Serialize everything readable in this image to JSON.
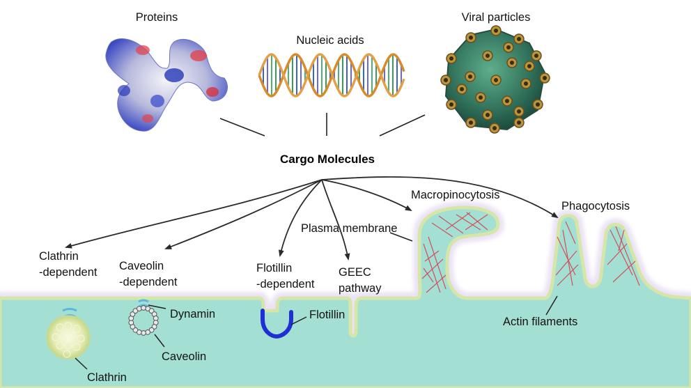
{
  "cargo": {
    "proteins_label": "Proteins",
    "nucleic_acids_label": "Nucleic acids",
    "viral_particles_label": "Viral particles",
    "title": "Cargo Molecules"
  },
  "pathways": {
    "clathrin": [
      "Clathrin",
      "-dependent"
    ],
    "caveolin": [
      "Caveolin",
      "-dependent"
    ],
    "flotillin": [
      "Flotillin",
      "-dependent"
    ],
    "geec": [
      "GEEC",
      "pathway"
    ],
    "plasma_membrane": "Plasma membrane",
    "macropinocytosis": "Macropinocytosis",
    "phagocytosis": "Phagocytosis"
  },
  "structures": {
    "dynamin": "Dynamin",
    "caveolin": "Caveolin",
    "clathrin": "Clathrin",
    "flotillin": "Flotillin",
    "actin_filaments": "Actin filaments"
  },
  "colors": {
    "cytoplasm": "#a3dfd3",
    "membrane_glow": "#ebe3f5",
    "membrane_edge": "#d6e6a8",
    "actin": "#d0505e",
    "flotillin": "#1f2fd6",
    "arrow": "#2a2a2a"
  }
}
